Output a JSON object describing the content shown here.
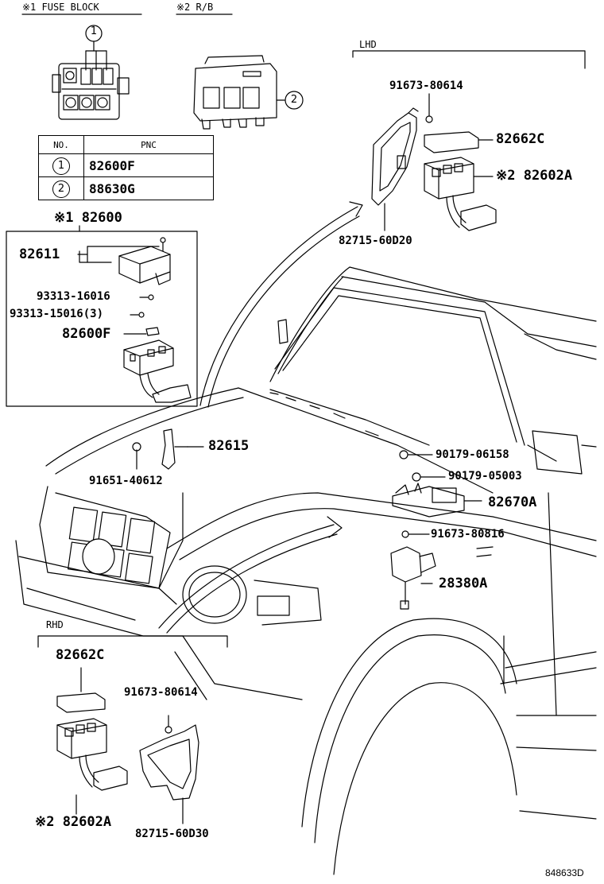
{
  "headers": {
    "fuse_block": "※1  FUSE BLOCK",
    "rb": "※2  R/B",
    "lhd": "LHD",
    "rhd": "RHD"
  },
  "callouts": {
    "one": "1",
    "two": "2"
  },
  "table": {
    "col_no": "NO.",
    "col_pnc": "PNC",
    "rows": [
      {
        "no": "1",
        "pnc": "82600F"
      },
      {
        "no": "2",
        "pnc": "88630G"
      }
    ]
  },
  "parts": {
    "assy_82600": "※1 82600",
    "p82611": "82611",
    "p93313_16016": "93313-16016",
    "p93313_15016": "93313-15016(3)",
    "p82600F": "82600F",
    "p91673_80614_lhd": "91673-80614",
    "p82662C_lhd": "82662C",
    "p82602A_lhd": "※2 82602A",
    "p82715_60D20": "82715-60D20",
    "p82615": "82615",
    "p91651_40612": "91651-40612",
    "p90179_06158": "90179-06158",
    "p90179_05003": "90179-05003",
    "p82670A": "82670A",
    "p91673_80816": "91673-80816",
    "p28380A": "28380A",
    "p82662C_rhd": "82662C",
    "p91673_80614_rhd": "91673-80614",
    "p82602A_rhd": "※2 82602A",
    "p82715_60D30": "82715-60D30"
  },
  "illustration_id": "848633D"
}
